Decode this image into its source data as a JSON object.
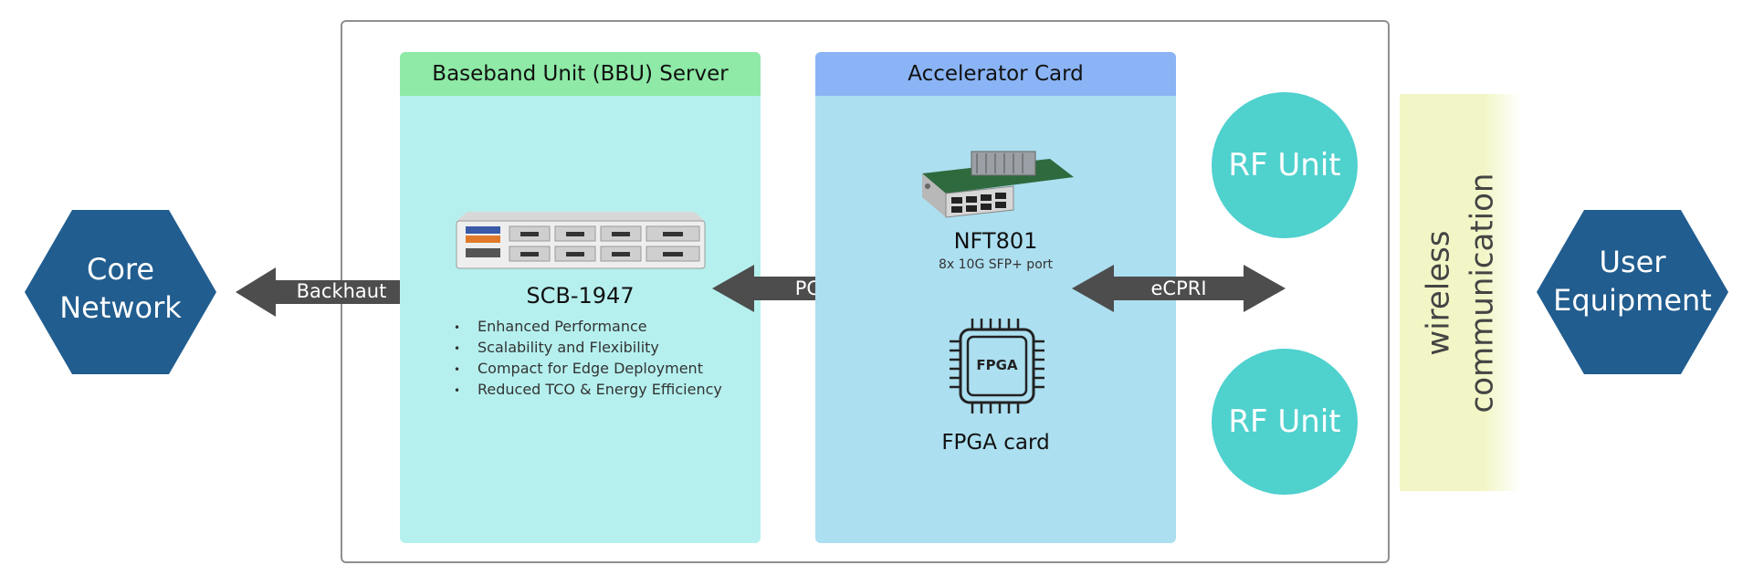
{
  "core_network": {
    "line1": "Core",
    "line2": "Network",
    "color": "#215d8f"
  },
  "user_equipment": {
    "line1": "User",
    "line2": "Equipment",
    "color": "#215d8f"
  },
  "arrows": {
    "backhaul": "Backhaut",
    "pcie": "PCIe",
    "ecpri": "eCPRI",
    "color": "#4d4d4d"
  },
  "bbu": {
    "header": "Baseband Unit (BBU) Server",
    "model": "SCB-1947",
    "features": [
      "Enhanced Performance",
      "Scalability and Flexibility",
      "Compact for Edge Deployment",
      "Reduced TCO & Energy Efficiency"
    ],
    "header_color": "#8eeaa6",
    "body_color": "#b5f0ee"
  },
  "accelerator": {
    "header": "Accelerator Card",
    "card_model": "NFT801",
    "card_desc": "8x 10G SFP+ port",
    "chip_label": "FPGA",
    "fpga_caption": "FPGA card",
    "header_color": "#8ab4f5",
    "body_color": "#acdff0"
  },
  "rf_units": [
    "RF Unit",
    "RF Unit"
  ],
  "wireless": {
    "line1": "wireless",
    "line2": "communication"
  }
}
